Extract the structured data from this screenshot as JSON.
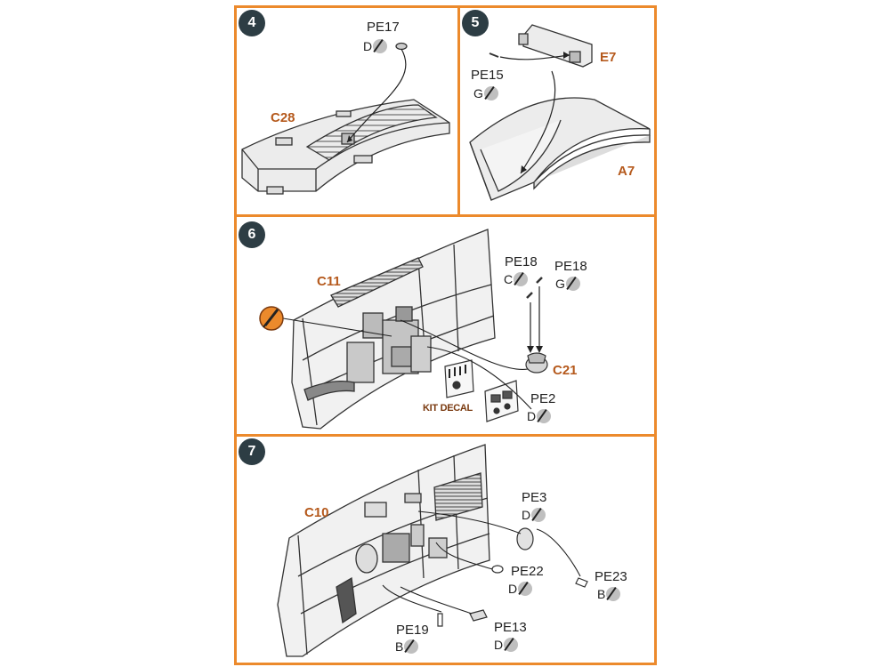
{
  "steps": [
    {
      "number": "4"
    },
    {
      "number": "5"
    },
    {
      "number": "6"
    },
    {
      "number": "7"
    }
  ],
  "step4": {
    "part_main": "C28",
    "pe_part": {
      "name": "PE17",
      "sheet": "D"
    }
  },
  "step5": {
    "part_top": "E7",
    "part_bottom": "A7",
    "pe_part": {
      "name": "PE15",
      "sheet": "G"
    }
  },
  "step6": {
    "part_main": "C11",
    "part_side": "C21",
    "decal_label": "KIT DECAL",
    "pe_parts": [
      {
        "name": "PE18",
        "sheet": "C"
      },
      {
        "name": "PE18",
        "sheet": "G"
      },
      {
        "name": "PE2",
        "sheet": "D"
      }
    ]
  },
  "step7": {
    "part_main": "C10",
    "pe_parts": [
      {
        "name": "PE3",
        "sheet": "D"
      },
      {
        "name": "PE22",
        "sheet": "D"
      },
      {
        "name": "PE23",
        "sheet": "B"
      },
      {
        "name": "PE19",
        "sheet": "B"
      },
      {
        "name": "PE13",
        "sheet": "D"
      }
    ]
  },
  "colors": {
    "frame": "#ec8a2c",
    "badge": "#2d3d44",
    "part_label": "#b5591c",
    "paint_marker": "#ec8a2c"
  }
}
